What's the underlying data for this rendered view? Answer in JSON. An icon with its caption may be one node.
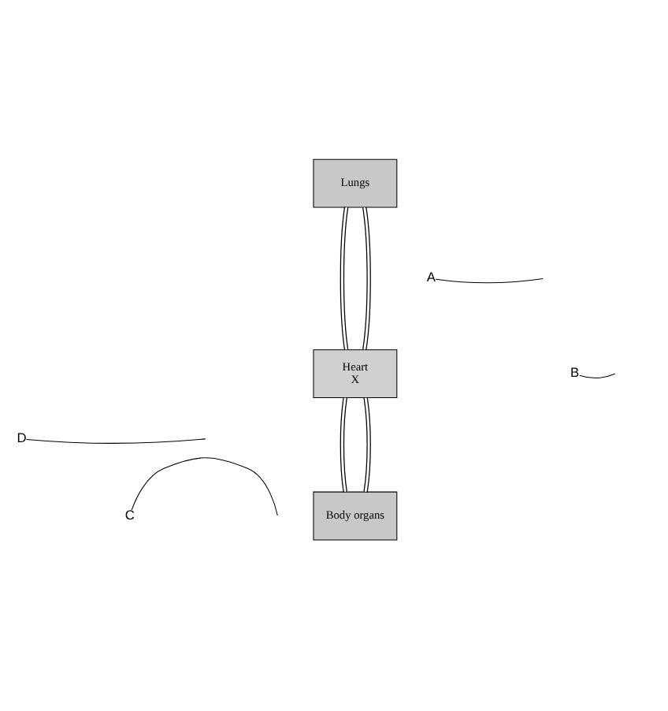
{
  "diagram": {
    "nodes": [
      {
        "text": [
          "Lungs"
        ]
      },
      {
        "text": [
          "Heart",
          "X"
        ]
      },
      {
        "text": [
          "Body organs"
        ]
      },
      {
        "text": [
          "A"
        ]
      },
      {
        "text": [
          "B"
        ]
      },
      {
        "text": [
          "C"
        ]
      },
      {
        "text": [
          "D"
        ]
      }
    ],
    "edges": [
      {
        "from": 0,
        "to": 1,
        "arrow": "none"
      },
      {
        "from": 0,
        "to": 1,
        "arrow": "none"
      },
      {
        "from": 1,
        "to": 2,
        "arrow": "none"
      },
      {
        "from": 1,
        "to": 2,
        "arrow": "none"
      },
      {
        "from": 3,
        "to": null,
        "arrow": "none"
      },
      {
        "from": 4,
        "to": null,
        "arrow": "none"
      },
      {
        "from": 5,
        "to": null,
        "arrow": "none"
      },
      {
        "from": 6,
        "to": null,
        "arrow": "none"
      }
    ]
  }
}
